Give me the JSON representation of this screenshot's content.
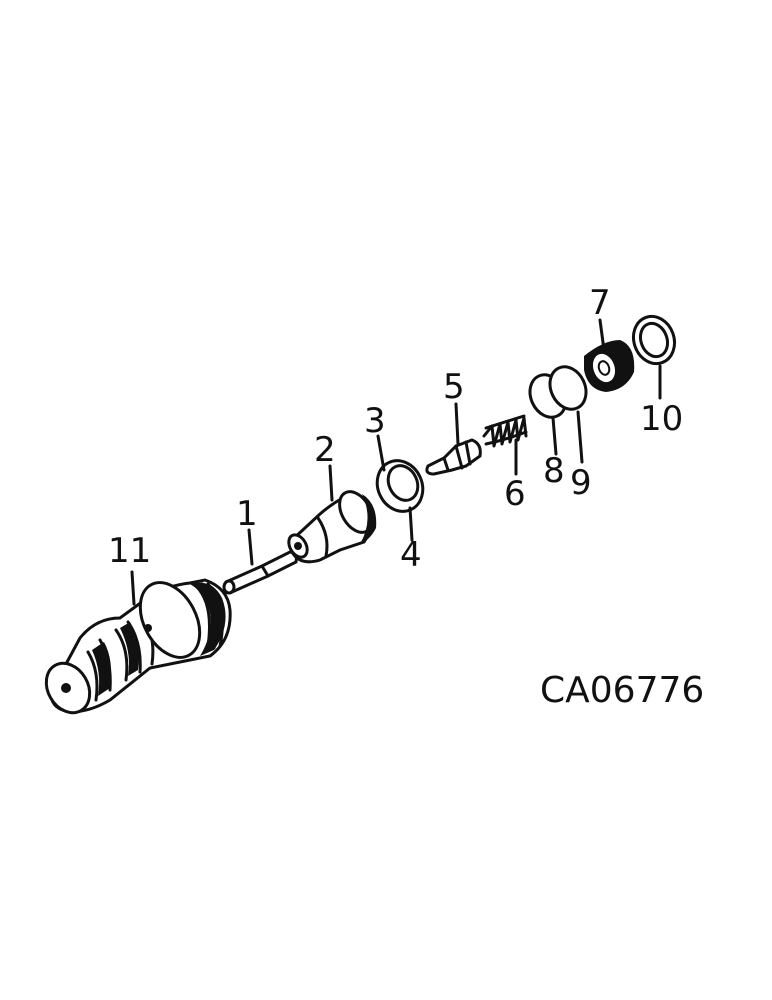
{
  "figure": {
    "reference_code": "CA06776",
    "callouts": [
      {
        "id": "1",
        "label": "1"
      },
      {
        "id": "2",
        "label": "2"
      },
      {
        "id": "3",
        "label": "3"
      },
      {
        "id": "4",
        "label": "4"
      },
      {
        "id": "5",
        "label": "5"
      },
      {
        "id": "6",
        "label": "6"
      },
      {
        "id": "7",
        "label": "7"
      },
      {
        "id": "8",
        "label": "8"
      },
      {
        "id": "9",
        "label": "9"
      },
      {
        "id": "10",
        "label": "10"
      },
      {
        "id": "11",
        "label": "11"
      }
    ],
    "colors": {
      "ink": "#111111",
      "background": "#ffffff"
    }
  }
}
